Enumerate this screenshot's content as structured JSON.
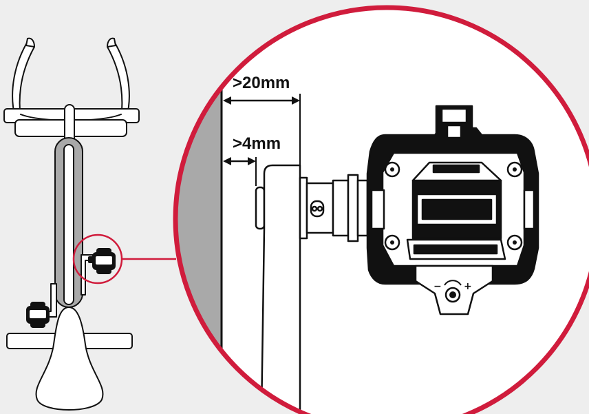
{
  "labels": {
    "outer_gap": ">20mm",
    "inner_gap": ">4mm",
    "minus_sign": "−",
    "plus_sign": "+"
  },
  "colors": {
    "background": "#eeeeee",
    "accent": "#d01c3c",
    "line": "#111111",
    "wall": "#a9a9a9",
    "fill": "#ffffff"
  },
  "icons": {
    "bike": "exercise-bike-top-view",
    "pedal": "clipless-pedal",
    "magnifier": "zoom-circle"
  }
}
